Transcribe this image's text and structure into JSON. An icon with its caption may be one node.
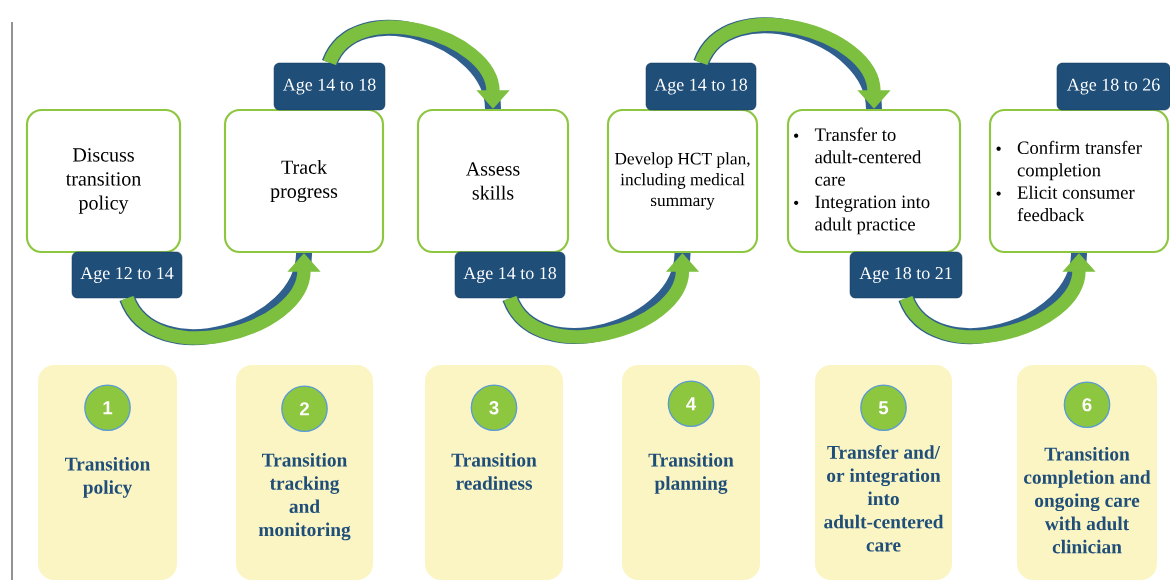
{
  "diagram": {
    "nodes": [
      {
        "text": [
          "Discuss transition policy"
        ]
      },
      {
        "text": [
          "Track progress"
        ]
      },
      {
        "text": [
          "Assess skills"
        ]
      },
      {
        "text": [
          "Develop HCT plan, including medical summary"
        ]
      },
      {
        "text": [
          "Transfer to adult-centered care",
          "Integration into adult practice"
        ]
      },
      {
        "text": [
          "Confirm transfer completion",
          "Elicit consumer feedback"
        ]
      },
      {
        "text": [
          "Age 12 to 14"
        ]
      },
      {
        "text": [
          "Age 14 to 18"
        ]
      },
      {
        "text": [
          "Age 14 to 18"
        ]
      },
      {
        "text": [
          "Age 14 to 18"
        ]
      },
      {
        "text": [
          "Age 18 to 21"
        ]
      },
      {
        "text": [
          "Age 18 to 26"
        ]
      },
      {
        "text": [
          "Transition policy"
        ]
      },
      {
        "text": [
          "1"
        ],
        "in": 12
      },
      {
        "text": [
          "Transition tracking and monitoring"
        ]
      },
      {
        "text": [
          "2"
        ],
        "in": 14
      },
      {
        "text": [
          "Transition readiness"
        ]
      },
      {
        "text": [
          "3"
        ],
        "in": 16
      },
      {
        "text": [
          "Transition planning"
        ]
      },
      {
        "text": [
          "4"
        ],
        "in": 18
      },
      {
        "text": [
          "Transfer and/ or integration into adult-centered care"
        ]
      },
      {
        "text": [
          "5"
        ],
        "in": 20
      },
      {
        "text": [
          "Transition completion and ongoing care with adult clinician"
        ]
      },
      {
        "text": [
          "6"
        ],
        "in": 22
      }
    ],
    "edges": [
      {
        "from": 6,
        "to": 1,
        "arrow": "to"
      },
      {
        "from": 7,
        "to": 2,
        "arrow": "to"
      },
      {
        "from": 8,
        "to": 3,
        "arrow": "to"
      },
      {
        "from": 9,
        "to": 4,
        "arrow": "to"
      },
      {
        "from": 10,
        "to": 5,
        "arrow": "to"
      }
    ]
  }
}
